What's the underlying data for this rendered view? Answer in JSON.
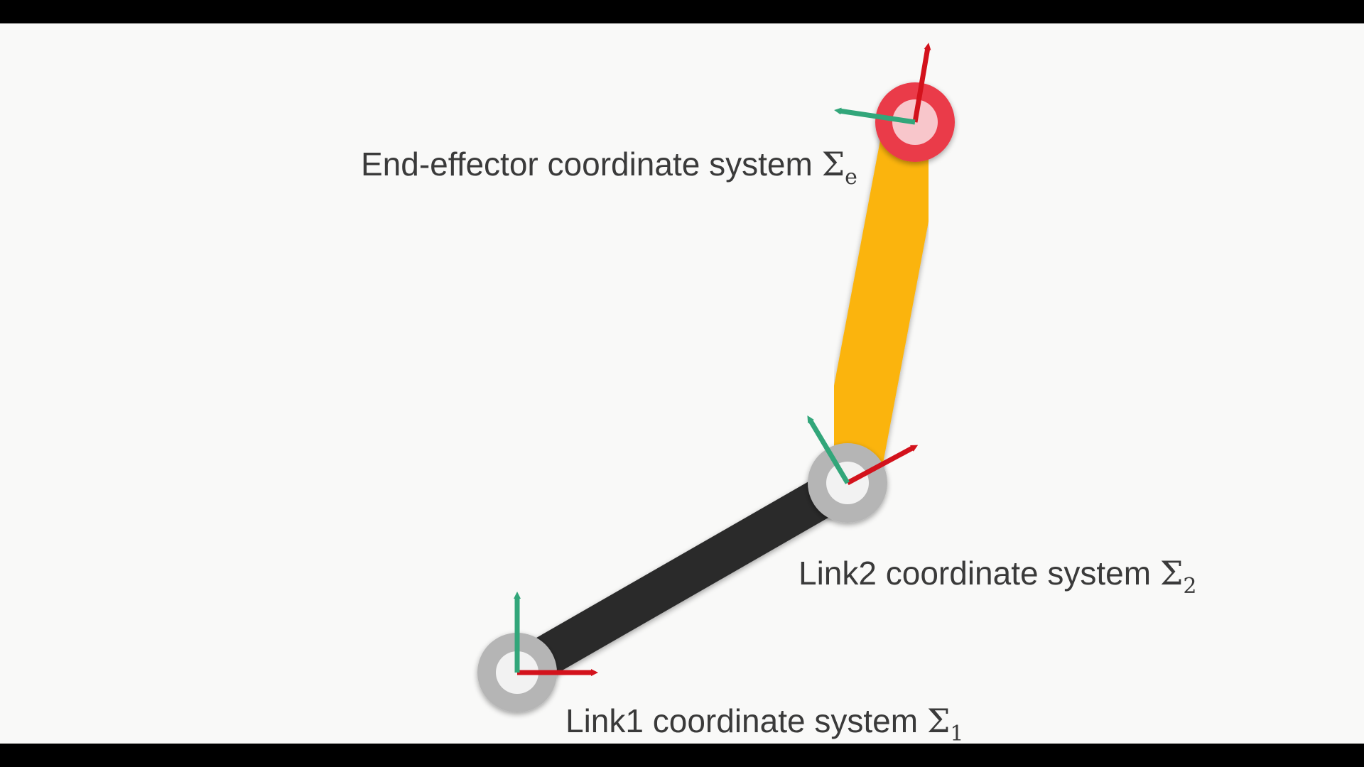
{
  "diagram": {
    "labels": {
      "end_effector": {
        "text": "End-effector coordinate system ",
        "symbol": "Σ",
        "subscript": "e"
      },
      "link2": {
        "text": "Link2 coordinate system ",
        "symbol": "Σ",
        "subscript": "2"
      },
      "link1": {
        "text": "Link1 coordinate system ",
        "symbol": "Σ",
        "subscript": "1"
      }
    },
    "colors": {
      "background": "#f9f9f8",
      "letterbox": "#000000",
      "link1": "#2b2b2b",
      "link2": "#fbb410",
      "joint_ring": "#b5b5b5",
      "joint_center": "#f2f2f2",
      "end_effector_ring": "#ea3b48",
      "end_effector_center": "#f8c6cb",
      "x_axis": "#d3121c",
      "y_axis": "#32a67a",
      "text": "#3a3a3a"
    }
  }
}
